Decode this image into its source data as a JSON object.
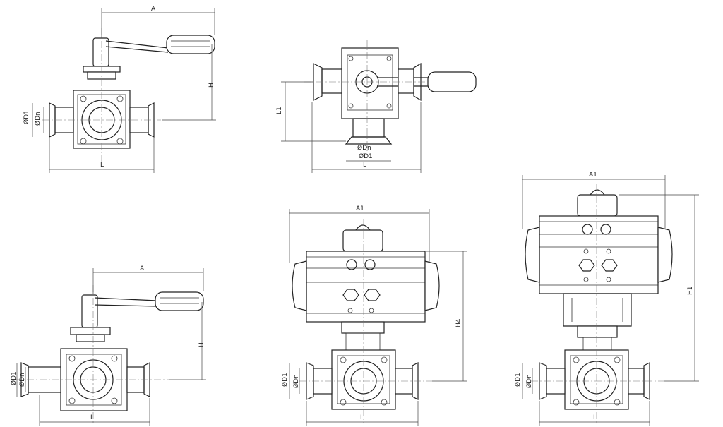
{
  "labels": {
    "A": "A",
    "H": "H",
    "L": "L",
    "L1": "L1",
    "A1": "A1",
    "H1": "H1",
    "H4": "H4",
    "D1": "ØD1",
    "Dn": "ØDn"
  }
}
